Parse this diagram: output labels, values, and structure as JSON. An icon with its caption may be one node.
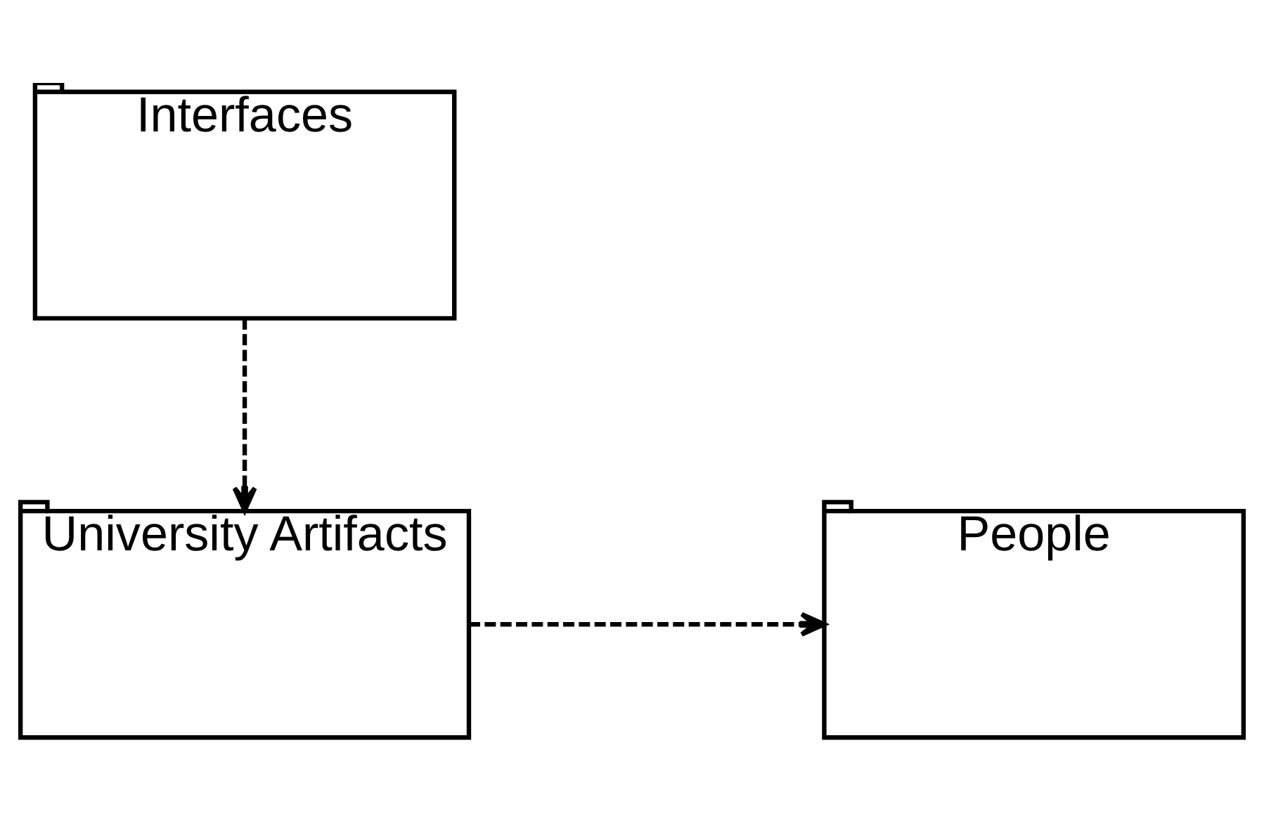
{
  "diagram": {
    "nodes": [
      {
        "text": [
          "Interfaces"
        ]
      },
      {
        "text": [
          "University Artifacts"
        ]
      },
      {
        "text": [
          "People"
        ]
      }
    ],
    "edges": [
      {
        "from": 0,
        "to": 1,
        "arrow": "to",
        "style": "dashed"
      },
      {
        "from": 1,
        "to": 2,
        "arrow": "to",
        "style": "dashed"
      }
    ]
  }
}
